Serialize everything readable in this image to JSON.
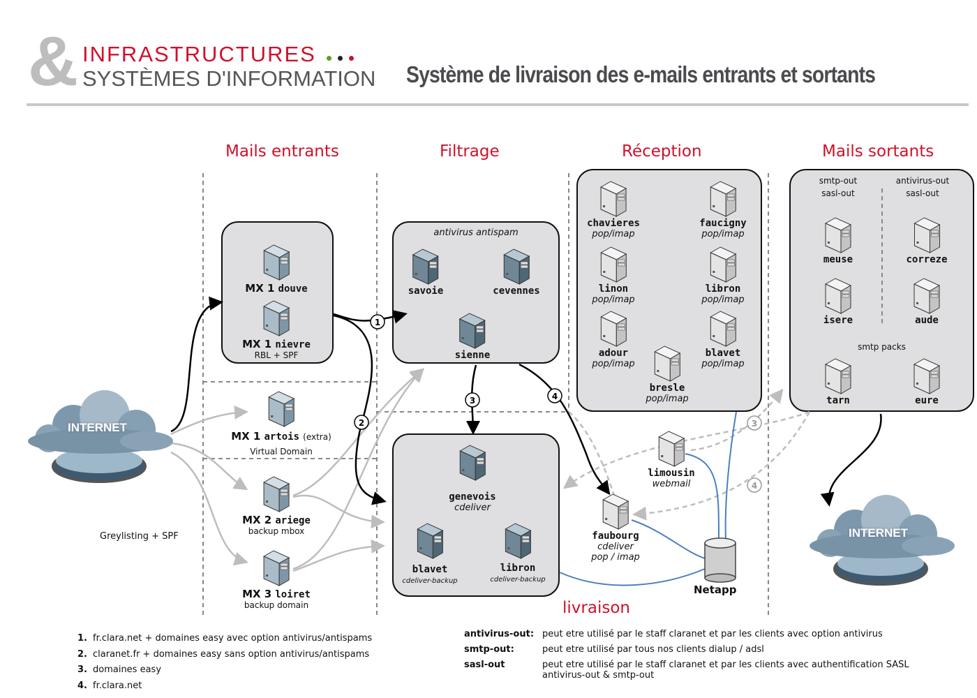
{
  "header": {
    "brand_symbol": "&",
    "brand_line1": "INFRASTRUCTURES",
    "brand_line2": "SYSTÈMES D'INFORMATION",
    "brand_dots": [
      "#5aa02c",
      "#222222",
      "#d0112b"
    ],
    "title": "Système de livraison des e-mails entrants et sortants"
  },
  "colors": {
    "accent_red": "#d0112b",
    "storage_link_blue": "#4a7fc1",
    "box_fill": "#dfdfe1"
  },
  "sections": {
    "incoming": "Mails entrants",
    "filtering": "Filtrage",
    "reception": "Réception",
    "outgoing": "Mails sortants",
    "delivery": "livraison"
  },
  "internet_in": {
    "label": "INTERNET",
    "note": "Greylisting + SPF"
  },
  "internet_out": {
    "label": "INTERNET"
  },
  "mx_group": {
    "servers": [
      {
        "prefix": "MX 1",
        "name": "douve"
      },
      {
        "prefix": "MX 1",
        "name": "nievre"
      }
    ],
    "note": "RBL + SPF"
  },
  "mx_artois": {
    "prefix": "MX 1",
    "name": "artois",
    "extra": "(extra)",
    "note": "Virtual Domain"
  },
  "mx_ariege": {
    "prefix": "MX 2",
    "name": "ariege",
    "note": "backup mbox"
  },
  "mx_loiret": {
    "prefix": "MX 3",
    "name": "loiret",
    "note": "backup domain"
  },
  "filter_group": {
    "caption": "antivirus  antispam",
    "servers": [
      {
        "name": "savoie"
      },
      {
        "name": "cevennes"
      },
      {
        "name": "sienne"
      }
    ]
  },
  "delivery_group": {
    "servers": [
      {
        "name": "genevois",
        "role": "cdeliver"
      },
      {
        "name": "blavet",
        "role": "cdeliver-backup"
      },
      {
        "name": "libron",
        "role": "cdeliver-backup"
      }
    ]
  },
  "reception_group": {
    "servers": [
      {
        "name": "chavieres",
        "role": "pop/imap"
      },
      {
        "name": "faucigny",
        "role": "pop/imap"
      },
      {
        "name": "linon",
        "role": "pop/imap"
      },
      {
        "name": "libron",
        "role": "pop/imap"
      },
      {
        "name": "adour",
        "role": "pop/imap"
      },
      {
        "name": "blavet",
        "role": "pop/imap"
      },
      {
        "name": "bresle",
        "role": "pop/imap"
      }
    ]
  },
  "limousin": {
    "name": "limousin",
    "role": "webmail"
  },
  "faubourg": {
    "name": "faubourg",
    "role1": "cdeliver",
    "role2": "pop / imap"
  },
  "netapp": {
    "label": "Netapp"
  },
  "outgoing_group": {
    "left_caption1": "smtp-out",
    "left_caption2": "sasl-out",
    "right_caption1": "antivirus-out",
    "right_caption2": "sasl-out",
    "packs_caption": "smtp packs",
    "servers": [
      {
        "name": "meuse"
      },
      {
        "name": "correze"
      },
      {
        "name": "isere"
      },
      {
        "name": "aude"
      },
      {
        "name": "tarn"
      },
      {
        "name": "eure"
      }
    ]
  },
  "flow_markers": [
    "1",
    "2",
    "3",
    "4",
    "3",
    "4"
  ],
  "legend_routes": [
    {
      "num": "1.",
      "text": "fr.clara.net + domaines easy avec option antivirus/antispams"
    },
    {
      "num": "2.",
      "text": "claranet.fr + domaines easy sans option antivirus/antispams"
    },
    {
      "num": "3.",
      "text": "domaines easy"
    },
    {
      "num": "4.",
      "text": "fr.clara.net"
    }
  ],
  "legend_services": [
    {
      "key": "antivirus-out:",
      "text": "peut etre utilisé par le staff claranet et par les clients avec option antivirus"
    },
    {
      "key": "smtp-out:",
      "text": "peut etre utilisé par tous nos clients dialup / adsl"
    },
    {
      "key": "sasl-out",
      "text": "peut etre utilisé par le staff claranet et par les clients avec authentification SASL",
      "text2": "antivirus-out & smtp-out"
    }
  ]
}
